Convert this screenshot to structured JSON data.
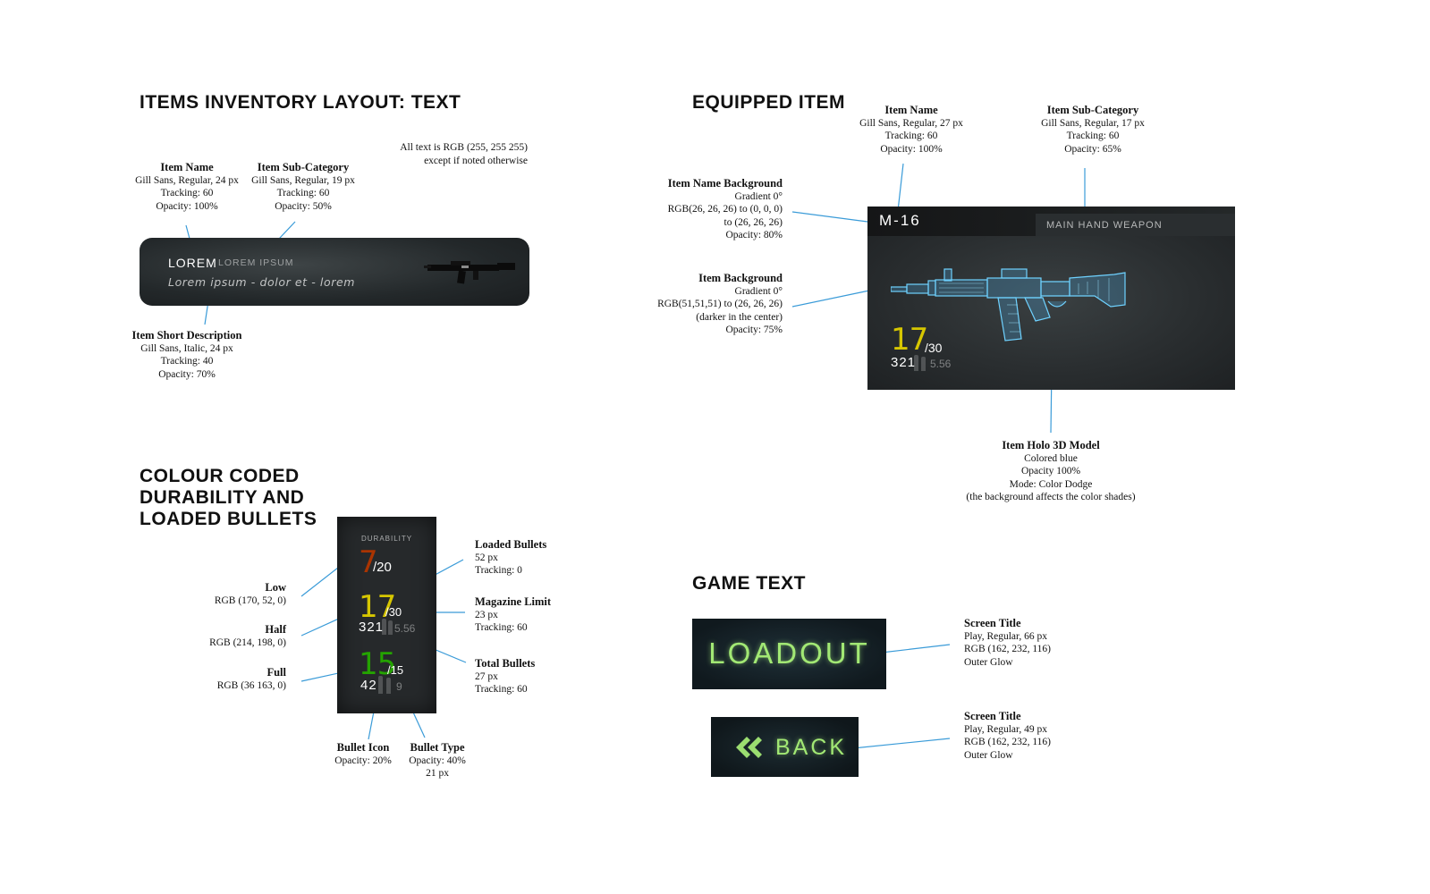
{
  "sections": {
    "inventory_title": "ITEMS INVENTORY LAYOUT: TEXT",
    "equipped_title": "EQUIPPED ITEM",
    "durability_title_1": "COLOUR CODED",
    "durability_title_2": "DURABILITY AND",
    "durability_title_3": "LOADED BULLETS",
    "game_text_title": "GAME TEXT"
  },
  "inventory": {
    "global_note_1": "All text is RGB (255, 255 255)",
    "global_note_2": "except if noted otherwise",
    "item_name_note": {
      "title": "Item Name",
      "l1": "Gill Sans, Regular, 24 px",
      "l2": "Tracking: 60",
      "l3": "Opacity: 100%"
    },
    "item_sub_note": {
      "title": "Item Sub-Category",
      "l1": "Gill Sans, Regular, 19 px",
      "l2": "Tracking: 60",
      "l3": "Opacity: 50%"
    },
    "item_desc_note": {
      "title": "Item Short Description",
      "l1": "Gill Sans, Italic, 24 px",
      "l2": "Tracking: 40",
      "l3": "Opacity: 70%"
    },
    "card": {
      "name": "LOREM",
      "sub": "LOREM IPSUM",
      "desc": "Lorem ipsum - dolor et - lorem"
    }
  },
  "equipped": {
    "name_note": {
      "title": "Item Name",
      "l1": "Gill Sans, Regular, 27 px",
      "l2": "Tracking: 60",
      "l3": "Opacity: 100%"
    },
    "sub_note": {
      "title": "Item Sub-Category",
      "l1": "Gill Sans, Regular, 17 px",
      "l2": "Tracking: 60",
      "l3": "Opacity: 65%"
    },
    "name_bg_note": {
      "title": "Item Name Background",
      "l1": "Gradient 0°",
      "l2": "RGB(26, 26, 26) to (0, 0, 0)",
      "l3": "to (26, 26, 26)",
      "l4": "Opacity: 80%"
    },
    "item_bg_note": {
      "title": "Item Background",
      "l1": "Gradient 0°",
      "l2": "RGB(51,51,51) to (26, 26, 26)",
      "l3": "(darker in the center)",
      "l4": "Opacity: 75%"
    },
    "holo_note": {
      "title": "Item Holo 3D Model",
      "l1": "Colored blue",
      "l2": "Opacity 100%",
      "l3": "Mode: Color Dodge",
      "l4": "(the background affects the color shades)"
    },
    "card": {
      "name": "M-16",
      "sub": "MAIN HAND WEAPON",
      "loaded": "17",
      "mag": "/30",
      "total": "321",
      "type": "5.56"
    }
  },
  "durability": {
    "label": "DURABILITY",
    "low": {
      "loaded": "7",
      "mag": "/20"
    },
    "half": {
      "loaded": "17",
      "mag": "/30",
      "total": "321",
      "type": "5.56"
    },
    "full": {
      "loaded": "15",
      "mag": "/15",
      "total": "42",
      "type": "9"
    },
    "low_note": {
      "title": "Low",
      "l1": "RGB (170, 52, 0)"
    },
    "half_note": {
      "title": "Half",
      "l1": "RGB (214, 198, 0)"
    },
    "full_note": {
      "title": "Full",
      "l1": "RGB (36 163, 0)"
    },
    "loaded_note": {
      "title": "Loaded Bullets",
      "l1": "52 px",
      "l2": "Tracking: 0"
    },
    "mag_note": {
      "title": "Magazine Limit",
      "l1": "23 px",
      "l2": "Tracking: 60"
    },
    "total_note": {
      "title": "Total Bullets",
      "l1": "27 px",
      "l2": "Tracking: 60"
    },
    "icon_note": {
      "title": "Bullet Icon",
      "l1": "Opacity: 20%"
    },
    "type_note": {
      "title": "Bullet Type",
      "l1": "Opacity: 40%",
      "l2": "21 px"
    },
    "colors": {
      "low": "#aa3400",
      "half": "#d6c600",
      "full": "#24a300"
    }
  },
  "game_text": {
    "loadout": "LOADOUT",
    "back": "BACK",
    "loadout_note": {
      "title": "Screen Title",
      "l1": "Play, Regular, 66 px",
      "l2": "RGB (162, 232, 116)",
      "l3": "Outer Glow"
    },
    "back_note": {
      "title": "Screen Title",
      "l1": "Play, Regular, 49 px",
      "l2": "RGB (162, 232, 116)",
      "l3": "Outer Glow"
    },
    "glow_color": "#a2e874"
  }
}
